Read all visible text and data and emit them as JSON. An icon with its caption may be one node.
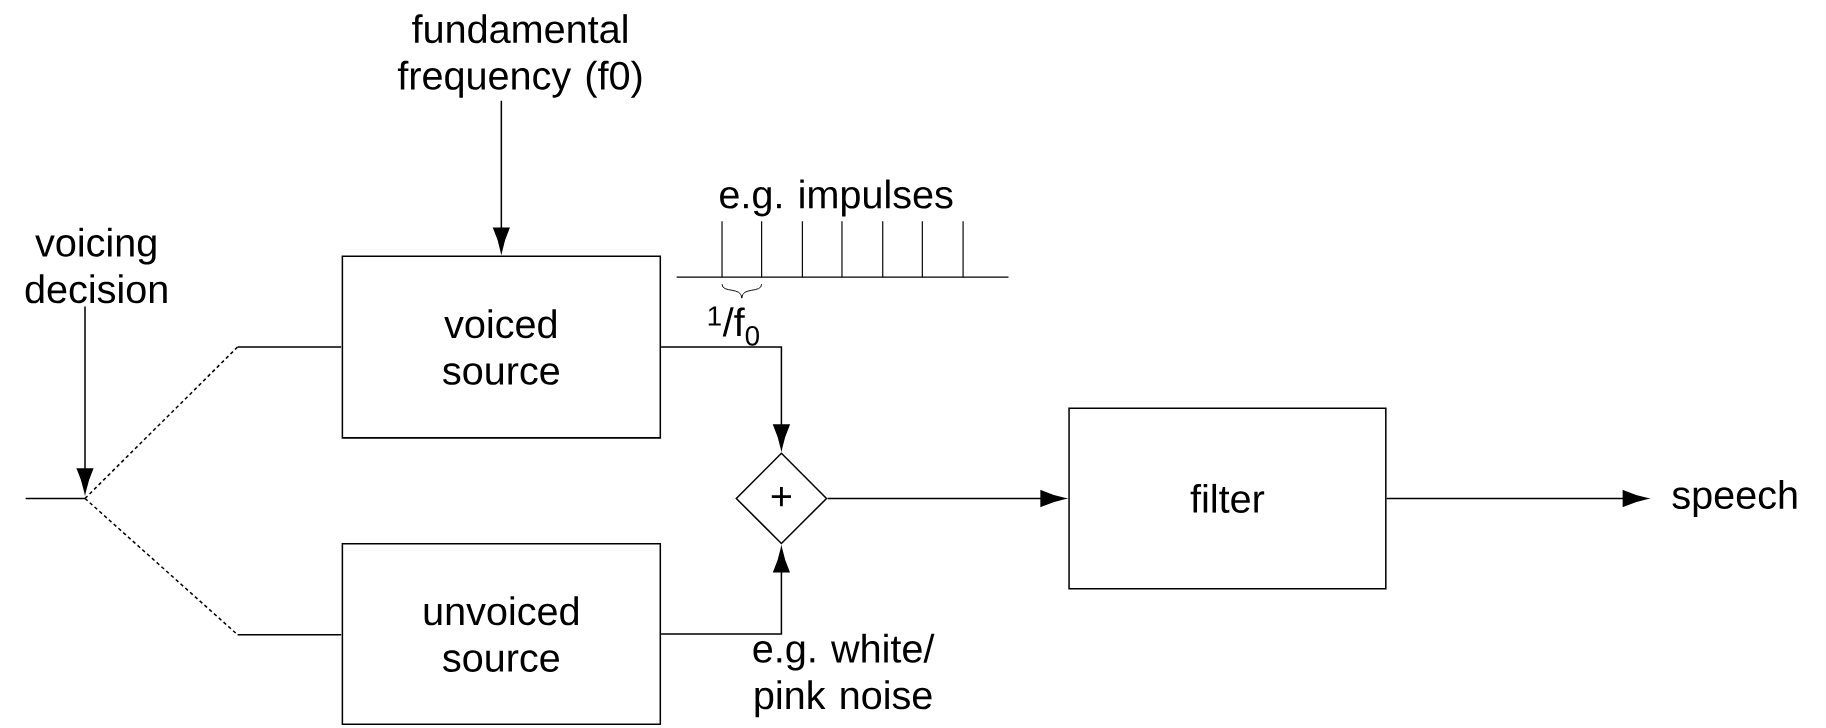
{
  "diagram": {
    "nodes": [
      {
        "text": [
          "fundamental frequency (f0)"
        ]
      },
      {
        "text": [
          "voicing decision"
        ]
      },
      {
        "text": [
          "voiced source"
        ]
      },
      {
        "text": [
          "unvoiced source"
        ]
      },
      {
        "text": [
          "+"
        ]
      },
      {
        "text": [
          "filter"
        ]
      },
      {
        "text": [
          "speech"
        ]
      }
    ],
    "edges": [
      {
        "from": 0,
        "to": 2,
        "arrow": "to"
      },
      {
        "from": 1,
        "to": null,
        "arrow": "to"
      },
      {
        "from": 2,
        "to": 4,
        "arrow": "to"
      },
      {
        "from": 3,
        "to": 4,
        "arrow": "to"
      },
      {
        "from": 4,
        "to": 5,
        "arrow": "to"
      },
      {
        "from": 5,
        "to": 6,
        "arrow": "to"
      }
    ],
    "labels": [
      "e.g. impulses",
      "$^{1}$/f$_{0}$",
      "e.g. white/ pink noise"
    ]
  }
}
